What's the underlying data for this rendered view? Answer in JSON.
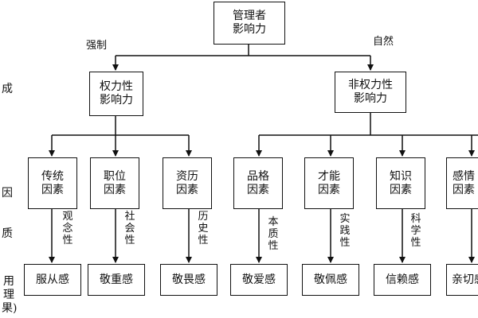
{
  "root": {
    "line1": "管理者",
    "line2": "影响力"
  },
  "branch_labels": {
    "left": "强制",
    "right": "自然"
  },
  "power": {
    "line1": "权力性",
    "line2": "影响力"
  },
  "nonpower": {
    "line1": "非权力性",
    "line2": "影响力"
  },
  "factors": [
    {
      "line1": "传统",
      "line2": "因素",
      "quality": "观念性",
      "effect": "服从感"
    },
    {
      "line1": "职位",
      "line2": "因素",
      "quality": "社会性",
      "effect": "敬重感"
    },
    {
      "line1": "资历",
      "line2": "因素",
      "quality": "历史性",
      "effect": "敬畏感"
    },
    {
      "line1": "品格",
      "line2": "因素",
      "quality": "本质性",
      "effect": "敬爱感"
    },
    {
      "line1": "才能",
      "line2": "因素",
      "quality": "实践性",
      "effect": "敬佩感"
    },
    {
      "line1": "知识",
      "line2": "因素",
      "quality": "科学性",
      "effect": "信赖感"
    },
    {
      "line1": "感情",
      "line2": "因素",
      "quality": "",
      "effect": "亲切感"
    }
  ],
  "row_labels": {
    "composition": "成",
    "factor": "因",
    "quality": "质",
    "effect_a": "用",
    "effect_b": "理",
    "effect_c": "果)"
  }
}
